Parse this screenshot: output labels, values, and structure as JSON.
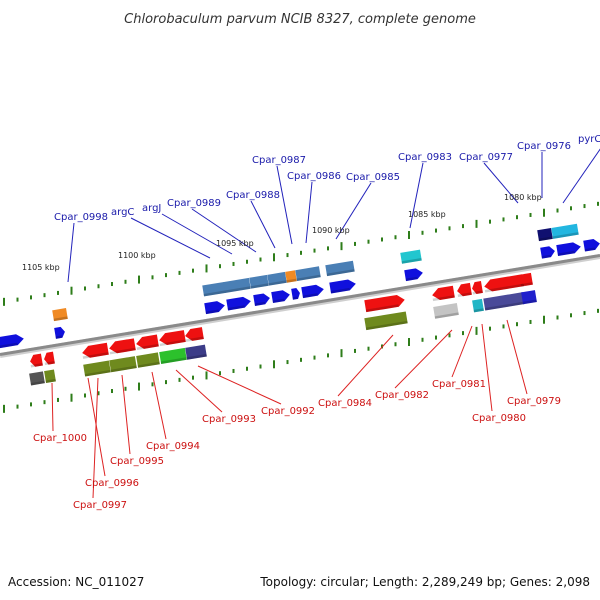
{
  "title": "Chlorobaculum parvum NCIB 8327, complete genome",
  "footer": {
    "accession": "Accession: NC_011027",
    "topology": "Topology: circular; Length: 2,289,249 bp; Genes: 2,098"
  },
  "colors": {
    "backbone": "#8a8a8a",
    "top_label": "#1a1aaa",
    "bottom_label": "#cc1111",
    "tick": "#2e7d1a",
    "leader_top": "#2222bb",
    "leader_bottom": "#dd2222"
  },
  "scale_labels": [
    "1105 kbp",
    "1100 kbp",
    "1095 kbp",
    "1090 kbp",
    "1085 kbp",
    "1080 kbp"
  ],
  "top_genes": [
    "Cpar_0998",
    "argC",
    "argJ",
    "Cpar_0989",
    "Cpar_0988",
    "Cpar_0987",
    "Cpar_0986",
    "Cpar_0985",
    "Cpar_0983",
    "Cpar_0977",
    "Cpar_0976",
    "pyrC"
  ],
  "bottom_genes": [
    "Cpar_1000",
    "Cpar_0996",
    "Cpar_0997",
    "Cpar_0995",
    "Cpar_0994",
    "Cpar_0993",
    "Cpar_0992",
    "Cpar_0984",
    "Cpar_0982",
    "Cpar_0981",
    "Cpar_0980",
    "Cpar_0979"
  ]
}
